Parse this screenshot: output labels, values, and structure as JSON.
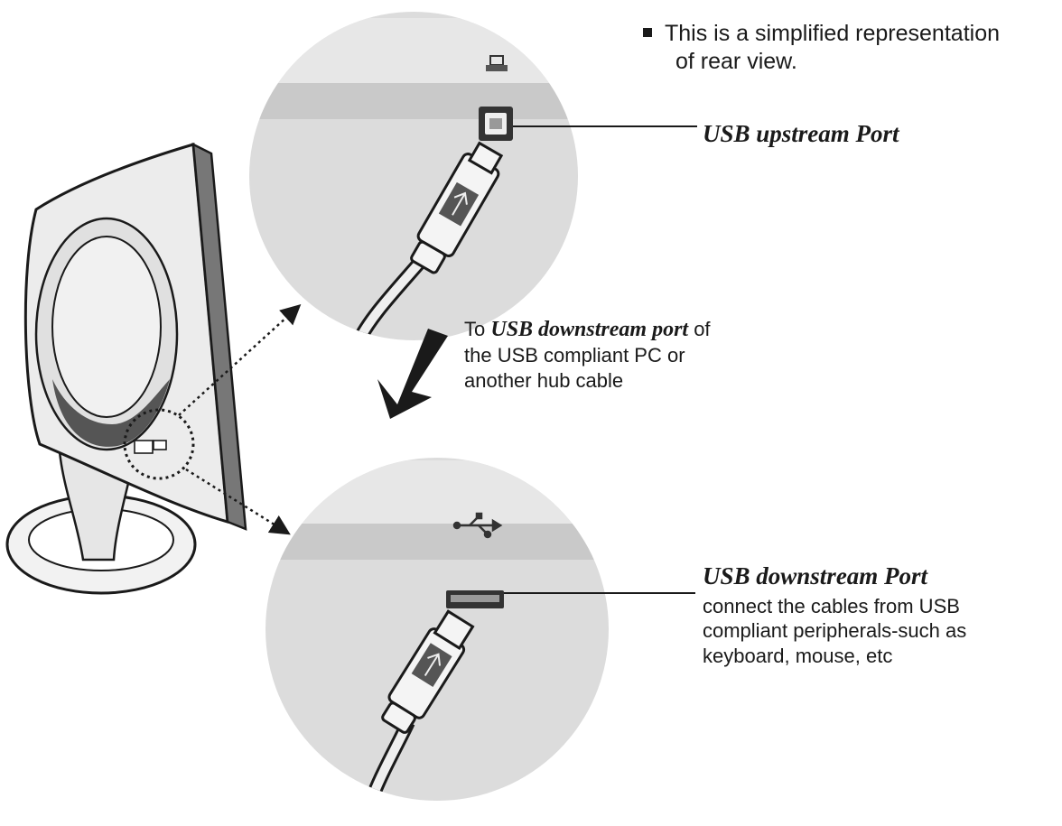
{
  "note": {
    "line1": "This is a simplified representation",
    "line2": "of rear view."
  },
  "upstream": {
    "label": "USB upstream Port"
  },
  "downstream_target": {
    "prefix": "To ",
    "emphasis": "USB downstream port",
    "suffix": " of",
    "line2": "the USB compliant PC or",
    "line3": "another hub cable"
  },
  "downstream": {
    "label": "USB downstream Port",
    "desc1": "connect the cables from USB",
    "desc2": "compliant peripherals-such as",
    "desc3": "keyboard, mouse, etc"
  },
  "colors": {
    "ink": "#1a1a1a",
    "circle_fill": "#dcdcdc",
    "band_fill": "#c9c9c9"
  },
  "icons": [
    "network-port-symbol-icon",
    "usb-symbol-icon",
    "arrow-icon"
  ]
}
